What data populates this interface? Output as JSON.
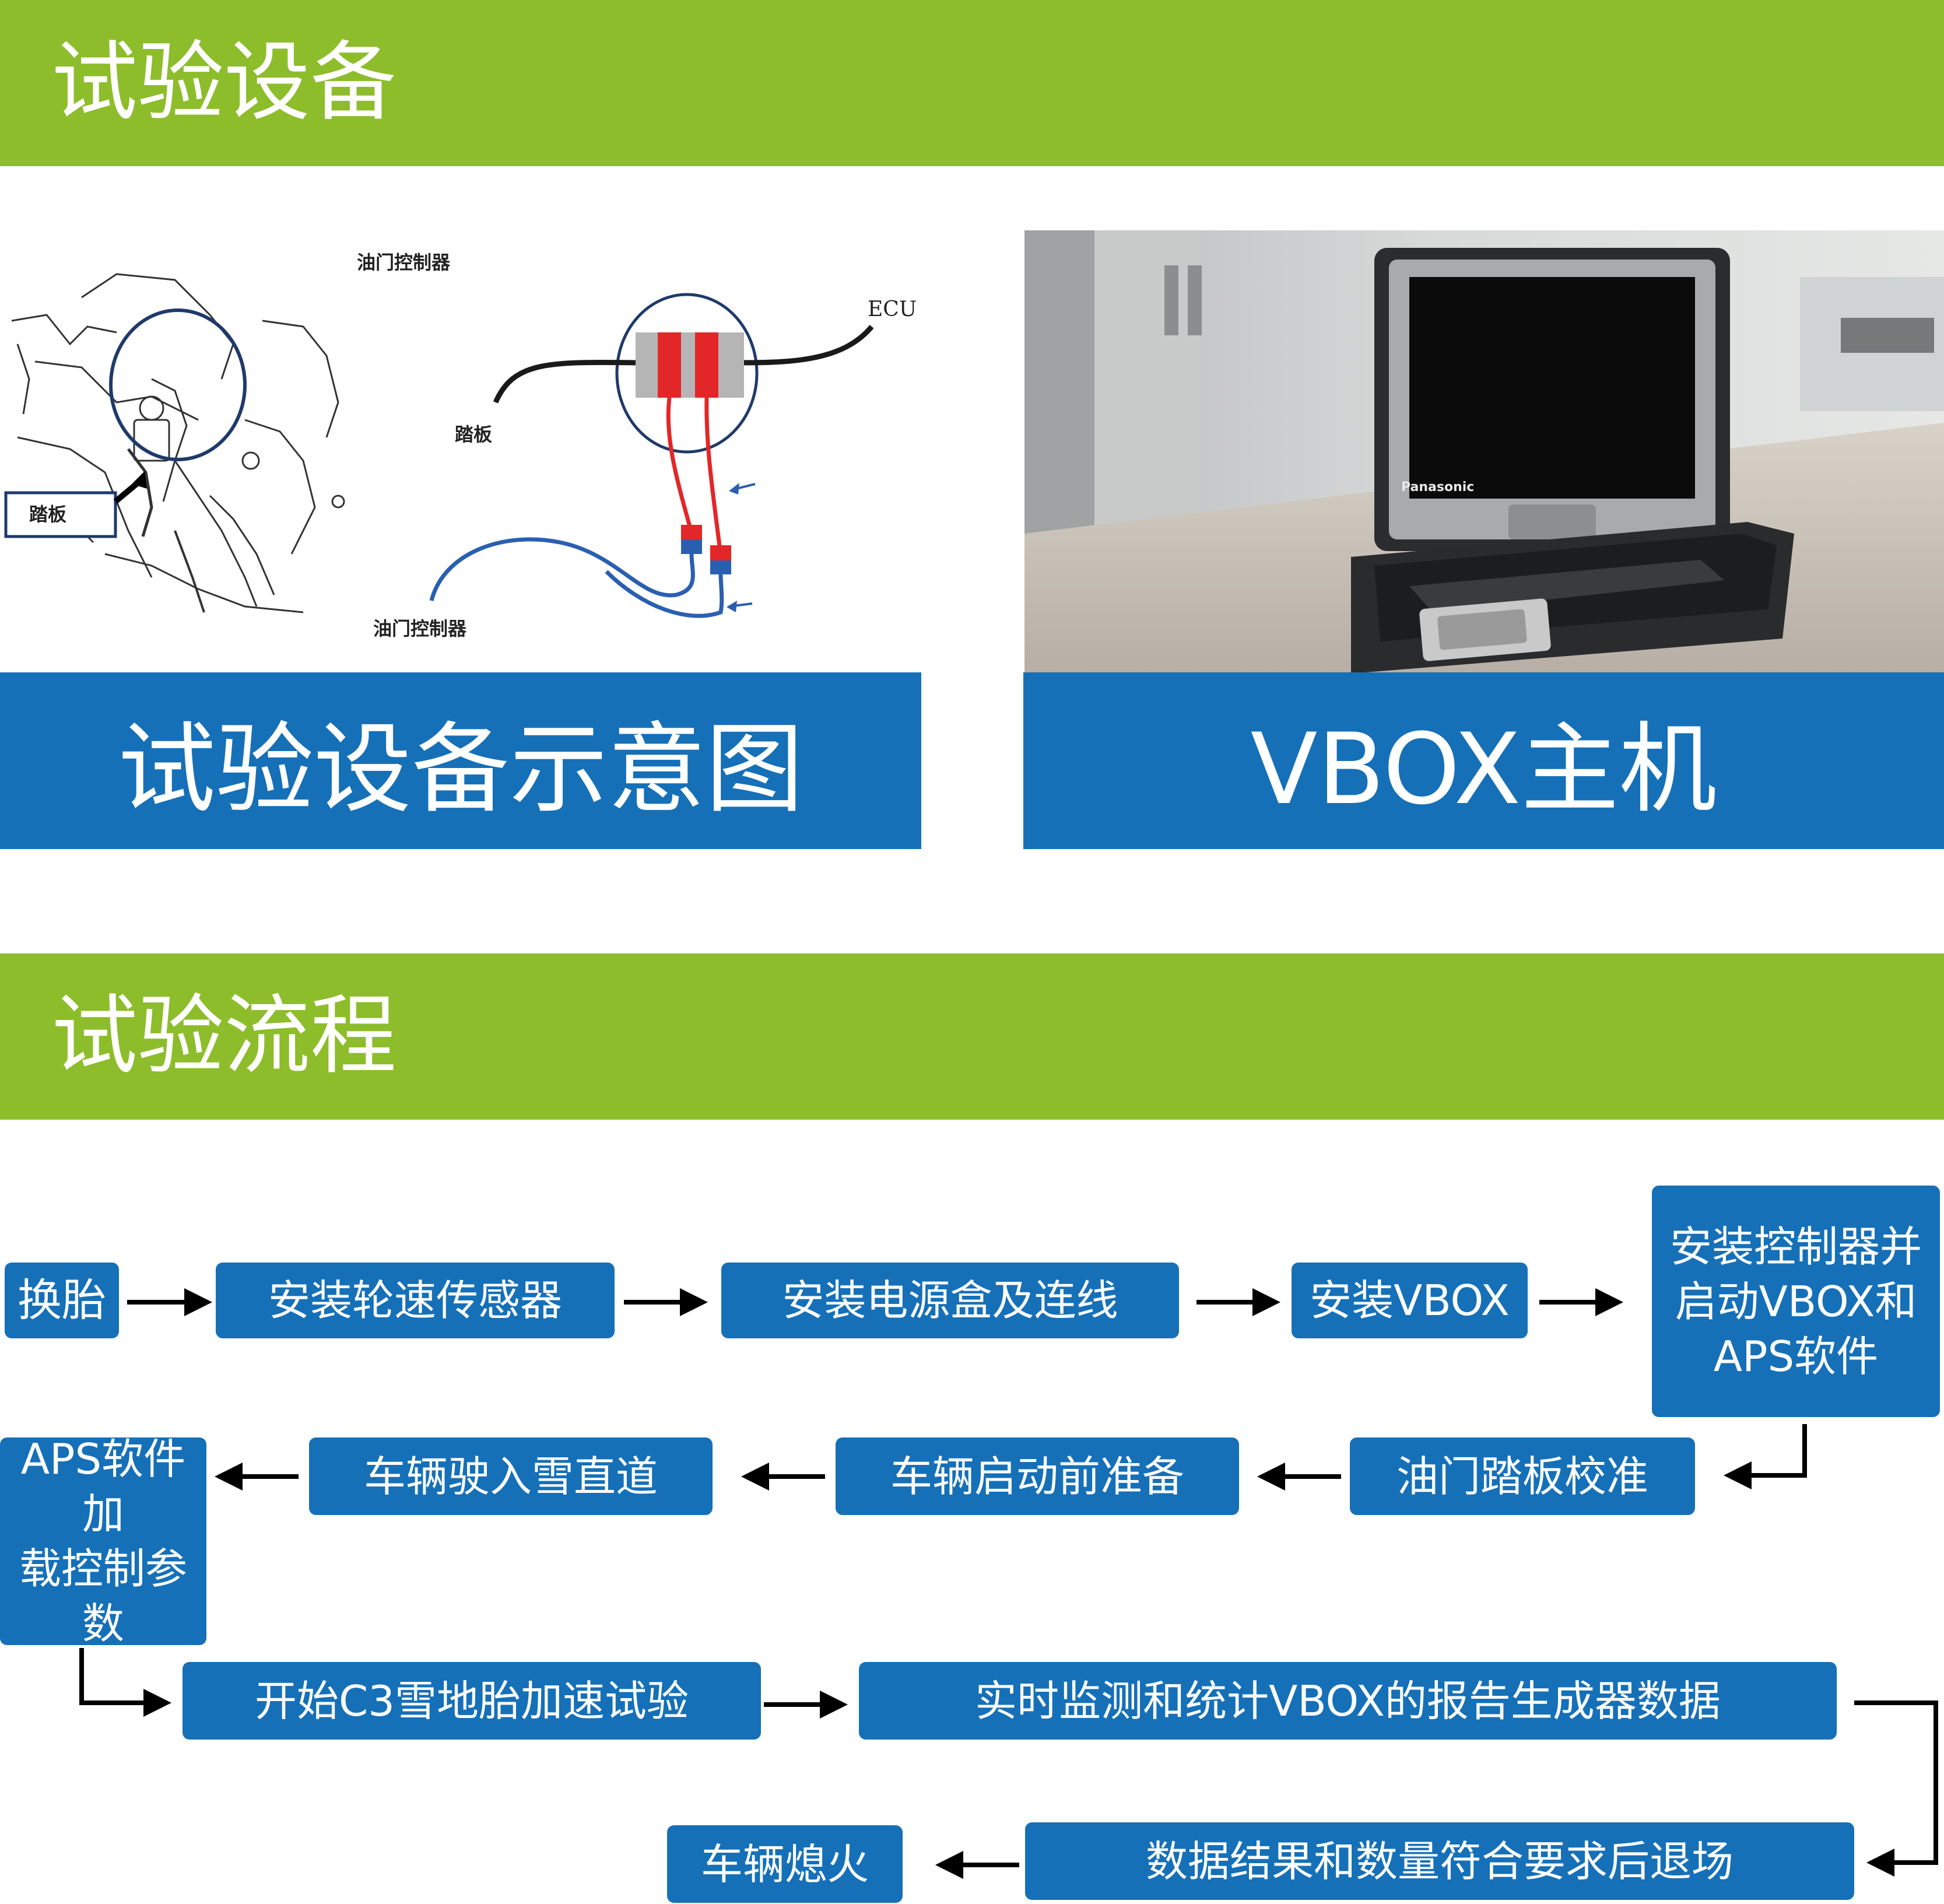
{
  "section1": {
    "title": "试验设备"
  },
  "diagram": {
    "label_top": "油门控制器",
    "label_ecu": "ECU",
    "label_pedal_mid": "踏板",
    "label_pedal_box": "踏板",
    "label_bottom": "油门控制器",
    "caption": "试验设备示意图"
  },
  "photo": {
    "brand": "Panasonic",
    "caption": "VBOX主机"
  },
  "section2": {
    "title": "试验流程"
  },
  "flow": {
    "step1": "换胎",
    "step2": "安装轮速传感器",
    "step3": "安装电源盒及连线",
    "step4": "安装VBOX",
    "step5": [
      "安装控制器并",
      "启动VBOX和",
      "APS软件"
    ],
    "step6": "油门踏板校准",
    "step7": "车辆启动前准备",
    "step8": "车辆驶入雪直道",
    "step9": [
      "APS软件加",
      "载控制参",
      "数"
    ],
    "step10": "开始C3雪地胎加速试验",
    "step11": "实时监测和统计VBOX的报告生成器数据",
    "step12": "数据结果和数量符合要求后退场",
    "step13": "车辆熄火"
  },
  "colors": {
    "green": "#8dbd2b",
    "blue": "#1570b8",
    "wire_black": "#1a1a1a",
    "wire_red": "#e32628",
    "wire_blue": "#2a5fb0",
    "arrow": "#000000"
  }
}
